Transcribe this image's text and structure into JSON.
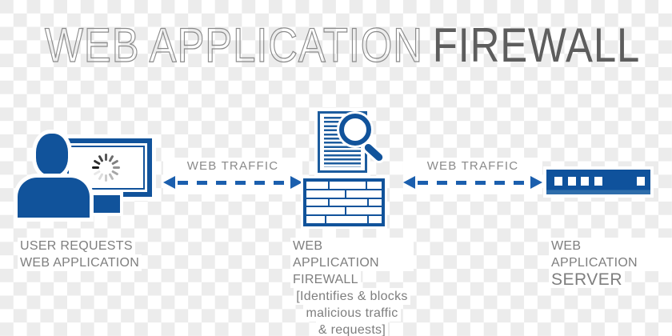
{
  "title": {
    "light": "WEB APPLICATION",
    "strong": "FIREWALL"
  },
  "colors": {
    "icon_blue": "#11539b",
    "arrow_blue": "#1b5fae",
    "title_light_gray": "#8a8a8a",
    "title_strong_gray": "#5d5d5d",
    "label_gray": "#7e7e7e",
    "checker_gray": "#ececec",
    "checker_white": "#ffffff"
  },
  "flows": {
    "left": {
      "label": "WEB TRAFFIC"
    },
    "right": {
      "label": "WEB TRAFFIC"
    }
  },
  "nodes": {
    "user": {
      "icon": "user-at-computer-icon",
      "spinner_icon": "loading-spinner-icon",
      "line1": "USER REQUESTS",
      "line2": "WEB APPLICATION"
    },
    "waf": {
      "icon": "document-inspection-and-brick-wall-icon",
      "line1": "WEB APPLICATION",
      "line2": "FIREWALL",
      "note1": "[Identifies & blocks",
      "note2": "malicious traffic",
      "note3": "& requests]"
    },
    "server": {
      "icon": "server-rack-icon",
      "line1": "WEB APPLICATION",
      "line2": "SERVER"
    }
  }
}
